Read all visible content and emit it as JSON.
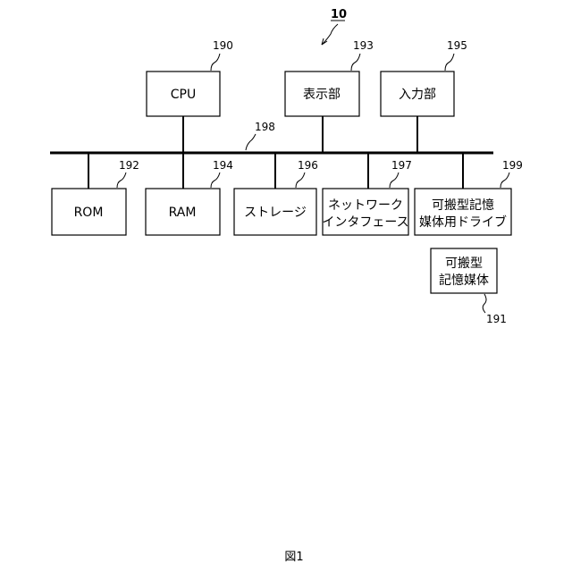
{
  "figure": {
    "system_ref": "10",
    "caption": "図1",
    "bus_ref": "198"
  },
  "components": {
    "cpu": {
      "label": [
        "CPU"
      ],
      "ref": "190"
    },
    "display": {
      "label": [
        "表示部"
      ],
      "ref": "193"
    },
    "input": {
      "label": [
        "入力部"
      ],
      "ref": "195"
    },
    "rom": {
      "label": [
        "ROM"
      ],
      "ref": "192"
    },
    "ram": {
      "label": [
        "RAM"
      ],
      "ref": "194"
    },
    "storage": {
      "label": [
        "ストレージ"
      ],
      "ref": "196"
    },
    "network_interface": {
      "label": [
        "ネットワーク",
        "インタフェース"
      ],
      "ref": "197"
    },
    "removable_drive": {
      "label": [
        "可搬型記憶",
        "媒体用ドライブ"
      ],
      "ref": "199"
    },
    "removable_medium": {
      "label": [
        "可搬型",
        "記憶媒体"
      ],
      "ref": "191"
    }
  }
}
